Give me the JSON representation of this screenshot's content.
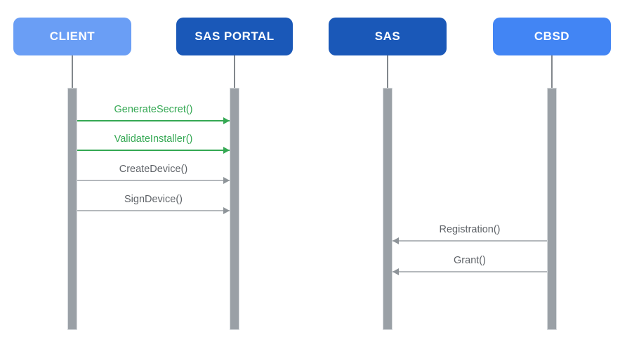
{
  "diagram": {
    "type": "sequence-diagram",
    "participants": [
      {
        "id": "client",
        "label": "CLIENT",
        "variant": "light"
      },
      {
        "id": "sas-portal",
        "label": "SAS PORTAL",
        "variant": "dark"
      },
      {
        "id": "sas",
        "label": "SAS",
        "variant": "dark"
      },
      {
        "id": "cbsd",
        "label": "CBSD",
        "variant": "medium"
      }
    ],
    "messages": [
      {
        "label": "GenerateSecret()",
        "from": "CLIENT",
        "to": "SAS PORTAL",
        "color": "green",
        "direction": "right"
      },
      {
        "label": "ValidateInstaller()",
        "from": "CLIENT",
        "to": "SAS PORTAL",
        "color": "green",
        "direction": "right"
      },
      {
        "label": "CreateDevice()",
        "from": "CLIENT",
        "to": "SAS PORTAL",
        "color": "gray",
        "direction": "right"
      },
      {
        "label": "SignDevice()",
        "from": "CLIENT",
        "to": "SAS PORTAL",
        "color": "gray",
        "direction": "right"
      },
      {
        "label": "Registration()",
        "from": "CBSD",
        "to": "SAS",
        "color": "gray",
        "direction": "left"
      },
      {
        "label": "Grant()",
        "from": "CBSD",
        "to": "SAS",
        "color": "gray",
        "direction": "left"
      }
    ],
    "colors": {
      "participant_light": "#6A9EF5",
      "participant_medium": "#4285F4",
      "participant_dark": "#1A58B8",
      "message_green": "#34A853",
      "message_gray_text": "#5F6368",
      "arrow_gray_line": "#B4B8BC",
      "arrow_gray_head": "#8E9499",
      "activation_bar": "#9AA0A6",
      "lifeline": "#82878C",
      "background": "#FFFFFF"
    }
  }
}
